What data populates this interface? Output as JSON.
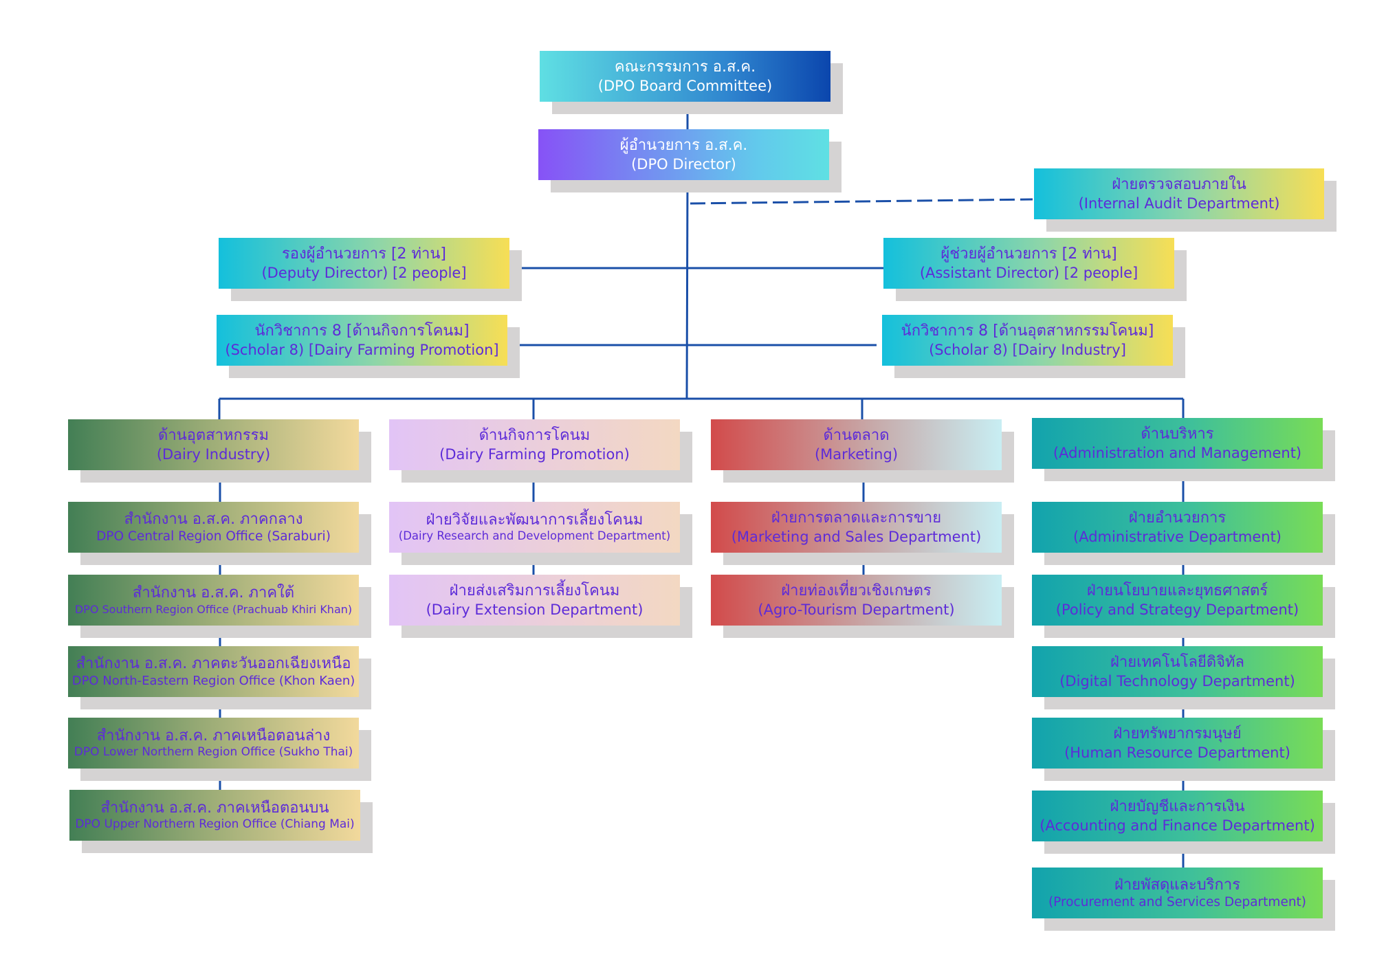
{
  "colors": {
    "line": "#1a4fa8",
    "text": "#5d2bd8",
    "shadow": "#d5d3d3"
  },
  "board": {
    "th": "คณะกรรมการ อ.ส.ค.",
    "en": "(DPO Board Committee)"
  },
  "director": {
    "th": "ผู้อำนวยการ อ.ส.ค.",
    "en": "(DPO Director)"
  },
  "audit": {
    "th": "ฝ่ายตรวจสอบภายใน",
    "en": "(Internal Audit Department)"
  },
  "deputy": {
    "th": "รองผู้อำนวยการ [2 ท่าน]",
    "en": "(Deputy Director) [2 people]"
  },
  "assistant": {
    "th": "ผู้ช่วยผู้อำนวยการ [2 ท่าน]",
    "en": "(Assistant Director) [2 people]"
  },
  "scholar_farming": {
    "th": "นักวิชาการ 8 [ด้านกิจการโคนม]",
    "en": "(Scholar 8) [Dairy Farming Promotion]"
  },
  "scholar_industry": {
    "th": "นักวิชาการ 8 [ด้านอุตสาหกรรมโคนม]",
    "en": "(Scholar 8) [Dairy Industry]"
  },
  "divisions": [
    {
      "head": {
        "th": "ด้านอุตสาหกรรม",
        "en": "(Dairy Industry)"
      },
      "units": [
        {
          "th": "สำนักงาน อ.ส.ค. ภาคกลาง",
          "en": "DPO Central Region Office (Saraburi)"
        },
        {
          "th": "สำนักงาน อ.ส.ค. ภาคใต้",
          "en": "DPO Southern Region Office (Prachuab Khiri Khan)"
        },
        {
          "th": "สำนักงาน อ.ส.ค. ภาคตะวันออกเฉียงเหนือ",
          "en": "DPO North-Eastern Region Office (Khon Kaen)"
        },
        {
          "th": "สำนักงาน อ.ส.ค. ภาคเหนือตอนล่าง",
          "en": "DPO Lower Northern Region Office (Sukho Thai)"
        },
        {
          "th": "สำนักงาน อ.ส.ค. ภาคเหนือตอนบน",
          "en": "DPO Upper Northern Region Office (Chiang Mai)"
        }
      ]
    },
    {
      "head": {
        "th": "ด้านกิจการโคนม",
        "en": "(Dairy Farming Promotion)"
      },
      "units": [
        {
          "th": "ฝ่ายวิจัยและพัฒนาการเลี้ยงโคนม",
          "en": "(Dairy Research and Development Department)"
        },
        {
          "th": "ฝ่ายส่งเสริมการเลี้ยงโคนม",
          "en": "(Dairy Extension Department)"
        }
      ]
    },
    {
      "head": {
        "th": "ด้านตลาด",
        "en": "(Marketing)"
      },
      "units": [
        {
          "th": "ฝ่ายการตลาดและการขาย",
          "en": "(Marketing and Sales Department)"
        },
        {
          "th": "ฝ่ายท่องเที่ยวเชิงเกษตร",
          "en": "(Agro-Tourism Department)"
        }
      ]
    },
    {
      "head": {
        "th": "ด้านบริหาร",
        "en": "(Administration and Management)"
      },
      "units": [
        {
          "th": "ฝ่ายอำนวยการ",
          "en": "(Administrative Department)"
        },
        {
          "th": "ฝ่ายนโยบายและยุทธศาสตร์",
          "en": "(Policy and Strategy Department)"
        },
        {
          "th": "ฝ่ายเทคโนโลยีดิจิทัล",
          "en": "(Digital Technology Department)"
        },
        {
          "th": "ฝ่ายทรัพยากรมนุษย์",
          "en": "(Human Resource Department)"
        },
        {
          "th": "ฝ่ายบัญชีและการเงิน",
          "en": "(Accounting and Finance Department)"
        },
        {
          "th": "ฝ่ายพัสดุและบริการ",
          "en": "(Procurement and Services Department)"
        }
      ]
    }
  ]
}
